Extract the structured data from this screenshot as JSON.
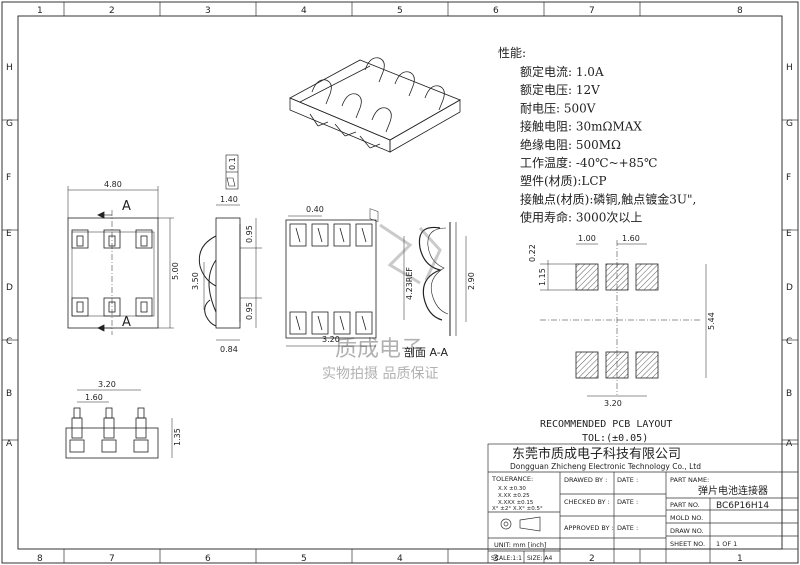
{
  "frame": {
    "top_cols": [
      "1",
      "2",
      "3",
      "4",
      "5",
      "6",
      "7",
      "8"
    ],
    "bottom_cols": [
      "8",
      "7",
      "6",
      "5",
      "4",
      "3",
      "2",
      "1"
    ],
    "left_rows": [
      "H",
      "G",
      "F",
      "E",
      "D",
      "C",
      "B",
      "A"
    ],
    "right_rows": [
      "H",
      "G",
      "F",
      "E",
      "D",
      "C",
      "B",
      "A"
    ]
  },
  "specs": {
    "title": "性能:",
    "lines": [
      "额定电流: 1.0A",
      "额定电压: 12V",
      "耐电压: 500V",
      "接触电阻: 30mΩMAX",
      "绝缘电阻: 500MΩ",
      "工作温度: -40℃~+85℃",
      "塑件(材质):LCP",
      "接触点(材质):磷铜,触点镀金3U\",",
      "使用寿命: 3000次以上"
    ]
  },
  "views": {
    "front": {
      "width": "4.80",
      "height": "5.00",
      "section_mark_top": "A",
      "section_mark_bottom": "A"
    },
    "side": {
      "top": "1.40",
      "h1": "0.95",
      "h2": "3.50",
      "h3": "0.95",
      "bottom": "0.84",
      "tolerance_box": "0.1"
    },
    "section": {
      "top": "0.40",
      "width": "3.20",
      "height": "2.90",
      "ref": "4.23REF",
      "label": "剖面 A-A"
    },
    "bottom_view": {
      "w1": "3.20",
      "w2": "1.60",
      "h": "1.35"
    },
    "pcb": {
      "pitch": "1.60",
      "pad": "1.00",
      "offset": "0.22",
      "pad_h": "1.15",
      "height": "5.44",
      "width": "3.20",
      "title": "RECOMMENDED PCB LAYOUT",
      "tol": "TOL:(±0.05)"
    }
  },
  "watermark": {
    "brand": "质成电子",
    "slogan": "实物拍摄 品质保证"
  },
  "title_block": {
    "company_cn": "东莞市质成电子科技有限公司",
    "company_en": "Dongguan Zhicheng Electronic Technology Co., Ltd",
    "tolerance_label": "TOLERANCE:",
    "tol_rows": [
      "X.X    ±0.30",
      "X.XX   ±0.25",
      "X.XXX ±0.15"
    ],
    "angle_tol": "X° ±2°   X.X° ±0.5°",
    "unit": "UNIT: mm [inch]",
    "scale": "SCALE:1:1",
    "size": "SIZE: A4",
    "drawed_by": "DRAWED BY :",
    "checked_by": "CHECKED BY :",
    "approved_by": "APPROVED BY :",
    "date": "DATE :",
    "part_name_label": "PART NAME:",
    "part_name": "弹片电池连接器",
    "part_no_label": "PART NO.",
    "part_no": "BC6P16H14",
    "mold_no_label": "MOLD NO.",
    "draw_no_label": "DRAW NO.",
    "sheet_no_label": "SHEET NO.",
    "sheet_no": "1 OF 1"
  }
}
